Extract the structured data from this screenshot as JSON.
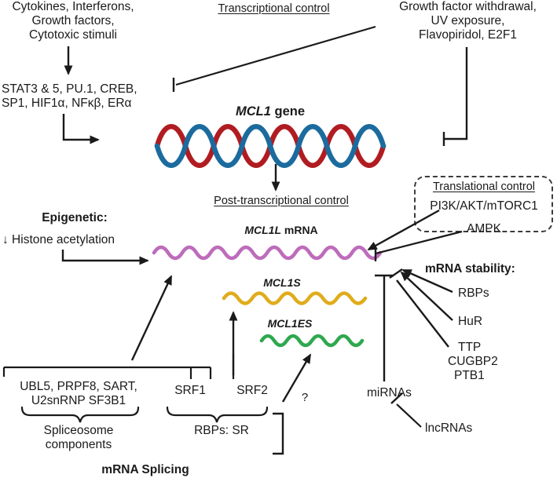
{
  "figure": {
    "title": "MCL1 gene regulation pathway",
    "colors": {
      "dna_strand_red": "#b01c21",
      "dna_strand_blue": "#1b6b9e",
      "mcl1l_mrna": "#bd6cbb",
      "mcl1s_mrna": "#e0ac1b",
      "mcl1es_mrna": "#2fa84f",
      "line": "#1a1a1a",
      "background": "#ffffff"
    }
  },
  "nodes": {
    "stimuli": {
      "line1": "Cytokines, Interferons,",
      "line2": "Growth factors,",
      "line3": "Cytotoxic stimuli"
    },
    "transcription_factors": {
      "line1": "STAT3 & 5, PU.1, CREB,",
      "line2": "SP1, HIF1α, NFκβ, ERα"
    },
    "transcriptional_control": "Transcriptional control",
    "stress_stimuli": {
      "line1": "Growth factor withdrawal,",
      "line2": "UV exposure,",
      "line3": "Flavopiridol, E2F1"
    },
    "gene_label": {
      "italic": "MCL1",
      "rest": " gene"
    },
    "post_transcriptional_control": "Post-transcriptional control",
    "epigenetic": {
      "heading": "Epigenetic:",
      "detail": "↓ Histone acetylation"
    },
    "translational_control": {
      "heading": "Translational control",
      "item1": "PI3K/AKT/mTORC1",
      "item2": "AMPK"
    },
    "mrna_isoforms": [
      {
        "id": "mcl1l",
        "italic": "MCL1L",
        "rest": " mRNA",
        "color": "#bd6cbb"
      },
      {
        "id": "mcl1s",
        "italic": "MCL1S",
        "rest": "",
        "color": "#e0ac1b"
      },
      {
        "id": "mcl1es",
        "italic": "MCL1ES",
        "rest": "",
        "color": "#2fa84f"
      }
    ],
    "mrna_stability": {
      "heading": "mRNA stability:",
      "item1": "RBPs",
      "item2": "HuR",
      "item3": "TTP",
      "item4": "CUGBP2",
      "item5": "PTB1"
    },
    "mirnas": "miRNAs",
    "lncrnas": "lncRNAs",
    "spliceosome": {
      "line1": "UBL5, PRPF8, SART,",
      "line2": "U2snRNP SF3B1",
      "bracket_label_line1": "Spliceosome",
      "bracket_label_line2": "components"
    },
    "srf1": "SRF1",
    "srf2": "SRF2",
    "rbps_sr": "RBPs: SR",
    "question_mark": "?",
    "mrna_splicing": "mRNA Splicing"
  }
}
